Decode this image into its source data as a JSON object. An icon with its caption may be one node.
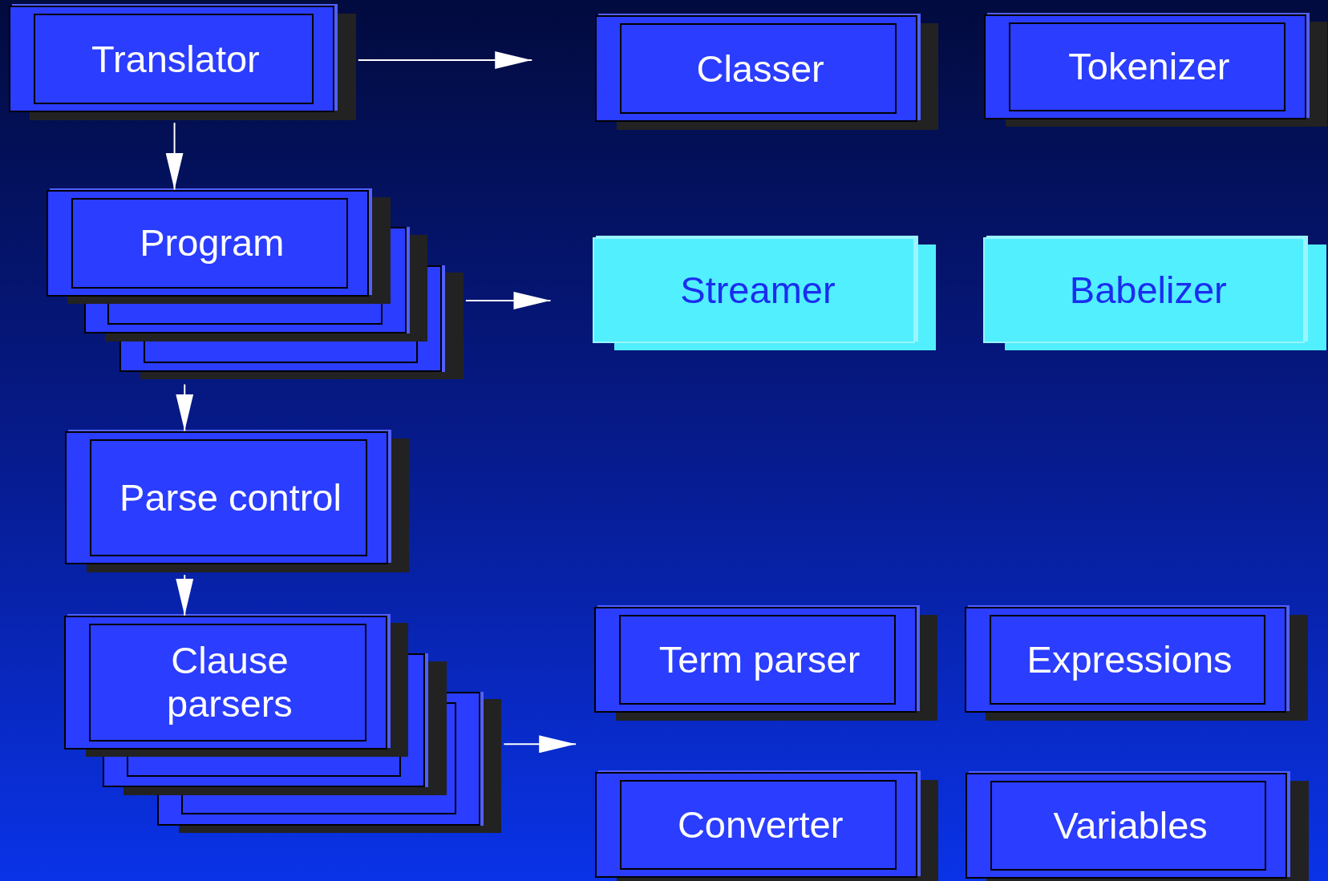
{
  "diagram": {
    "nodes": [
      {
        "text": [
          "Translator"
        ]
      },
      {
        "text": [
          "Classer"
        ]
      },
      {
        "text": [
          "Tokenizer"
        ]
      },
      {
        "text": [
          "Program"
        ]
      },
      {
        "text": [
          "Streamer"
        ]
      },
      {
        "text": [
          "Babelizer"
        ]
      },
      {
        "text": [
          "Parse control"
        ]
      },
      {
        "text": [
          "Clause parsers"
        ]
      },
      {
        "text": [
          "Term parser"
        ]
      },
      {
        "text": [
          "Expressions"
        ]
      },
      {
        "text": [
          "Converter"
        ]
      },
      {
        "text": [
          "Variables"
        ]
      }
    ],
    "edges": [
      {
        "from": 0,
        "to": null,
        "arrow": "to"
      },
      {
        "from": 0,
        "to": 3,
        "arrow": "to"
      },
      {
        "from": 3,
        "to": null,
        "arrow": "to"
      },
      {
        "from": 3,
        "to": 6,
        "arrow": "to"
      },
      {
        "from": 6,
        "to": 7,
        "arrow": "to"
      },
      {
        "from": 7,
        "to": null,
        "arrow": "to"
      }
    ]
  }
}
